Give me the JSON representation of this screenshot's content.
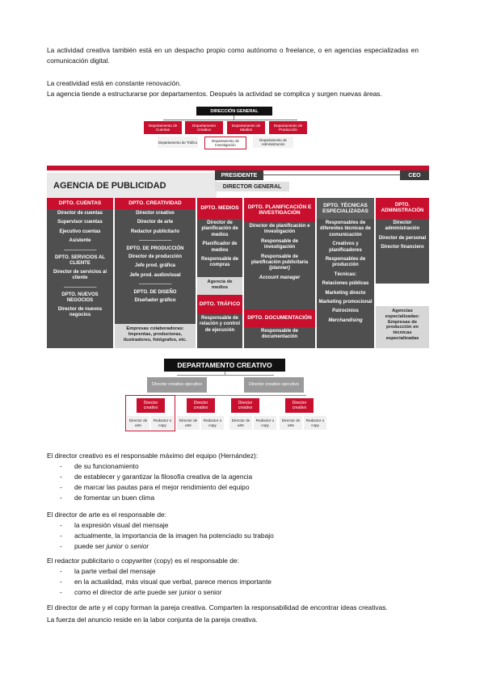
{
  "intro": {
    "p1": "La actividad creativa también está en un despacho propio como autónomo o freelance, o en agencias especializadas en comunicación digital.",
    "p2": "La creatividad está en constante renovación.",
    "p3": "La agencia tiende a estructurarse por departamentos. Después la actividad se complica y surgen nuevas áreas."
  },
  "diagram1": {
    "head": "DIRECCIÓN GENERAL",
    "red": [
      "Departamento de Cuentas",
      "Departamento Creativo",
      "Departamento de Medios",
      "Departamento de Producción"
    ],
    "grey": [
      "Departamento de Tráfico",
      "Departamento de Investigación",
      "Departamento de Administración"
    ]
  },
  "diagram2": {
    "agency": "AGENCIA DE PUBLICIDAD",
    "presidente": "PRESIDENTE",
    "ceo": "CEO",
    "director_general": "DIRECTOR GENERAL",
    "cuentas": {
      "head": "DPTO. CUENTAS",
      "items": [
        "Director de cuentas",
        "Supervisor cuentas",
        "Ejecutivo cuentas",
        "Asistente"
      ],
      "sep": "---------------------------",
      "sub1": "DPTO. SERVICIOS AL CLIENTE",
      "items2": [
        "Director de servicios al cliente"
      ],
      "sub2": "DPTO. NUEVOS NEGOCIOS",
      "items3": [
        "Director de nuevos negocios"
      ]
    },
    "creatividad": {
      "head": "DPTO. CREATIVIDAD",
      "items": [
        "Director creativo",
        "Director de arte",
        "Redactor publicitario"
      ],
      "sep": "---------------------------",
      "sub1": "DPTO. DE PRODUCCIÓN",
      "items2": [
        "Director de producción",
        "Jefe prod. gráfica",
        "Jefe prod. audiovisual"
      ],
      "sub2": "DPTO. DE DISEÑO",
      "items3": [
        "Diseñador gráfico"
      ],
      "foot": "Empresas colaboradoras: Imprentas, productoras, ilustradores, fotógrafos, etc."
    },
    "medios": {
      "head": "DPTO. MEDIOS",
      "items": [
        "Director de planificación de medios",
        "Planificador de medios",
        "Responsable de compras"
      ],
      "foot": "Agencia de medios"
    },
    "trafico": {
      "head": "DPTO. TRÁFICO",
      "items": [
        "Responsable de relación y control de ejecución"
      ]
    },
    "planificacion": {
      "head": "DPTO. PLANIFICACIÓN E INVESTIGACIÓN",
      "items": [
        "Director de planificación e investigación",
        "Responsable de investigación",
        "Responsable de planificación publicitaria"
      ],
      "planner": "(planner)",
      "account": "Account manager"
    },
    "documentacion": {
      "head": "DPTO. DOCUMENTACIÓN",
      "items": [
        "Responsable de documentación"
      ]
    },
    "tecnicas": {
      "head": "DPTO. TÉCNICAS ESPECIALIZADAS",
      "items": [
        "Responsables de diferentes técnicas de comunicación",
        "Creativos y planificadores",
        "Responsables de producción"
      ],
      "sub": "Técnicas:",
      "items2": [
        "Relaciones públicas",
        "Marketing directo",
        "Marketing promocional",
        "Patrocinios"
      ],
      "merch": "Merchandising"
    },
    "administracion": {
      "head": "DPTO. ADMINISTRACIÓN",
      "items": [
        "Director administración",
        "Director de personal",
        "Director financiero"
      ],
      "foot": "Agencias especializadas: Empresas de producción en técnicas especializadas"
    }
  },
  "diagram3": {
    "title": "DEPARTAMENTO CREATIVO",
    "exec": "Director creativo ejecutivo",
    "dc": "Director creativo",
    "arte": "Director de arte",
    "redactor": "Redactor o copy"
  },
  "body": {
    "h1": "El director creativo es el responsable máximo del equipo (Hernández):",
    "l1": [
      "de su funcionamiento",
      "de establecer y garantizar la filosofía creativa de la agencia",
      "de marcar las pautas para el mejor rendimiento del equipo",
      "de fomentar un buen clima"
    ],
    "h2": "El director de arte es el responsable de:",
    "l2": [
      "la expresión visual del mensaje",
      "actualmente, la importancia de la imagen ha potenciado su trabajo"
    ],
    "l2c_pre": "puede ser ",
    "l2c_junior": "junior",
    "l2c_mid": " o ",
    "l2c_senior": "senior",
    "h3": "El redactor publicitario o copywriter (copy) es el responsable de:",
    "l3": [
      "la parte verbal del mensaje",
      "en la actualidad, más visual que verbal, parece menos importante",
      "como el director de arte puede ser junior o senior"
    ],
    "c1": "El director de arte y el copy forman la pareja creativa. Comparten la responsabilidad de encontrar ideas creativas.",
    "c2": "La fuerza del anuncio reside en la labor conjunta de la pareja creativa."
  }
}
